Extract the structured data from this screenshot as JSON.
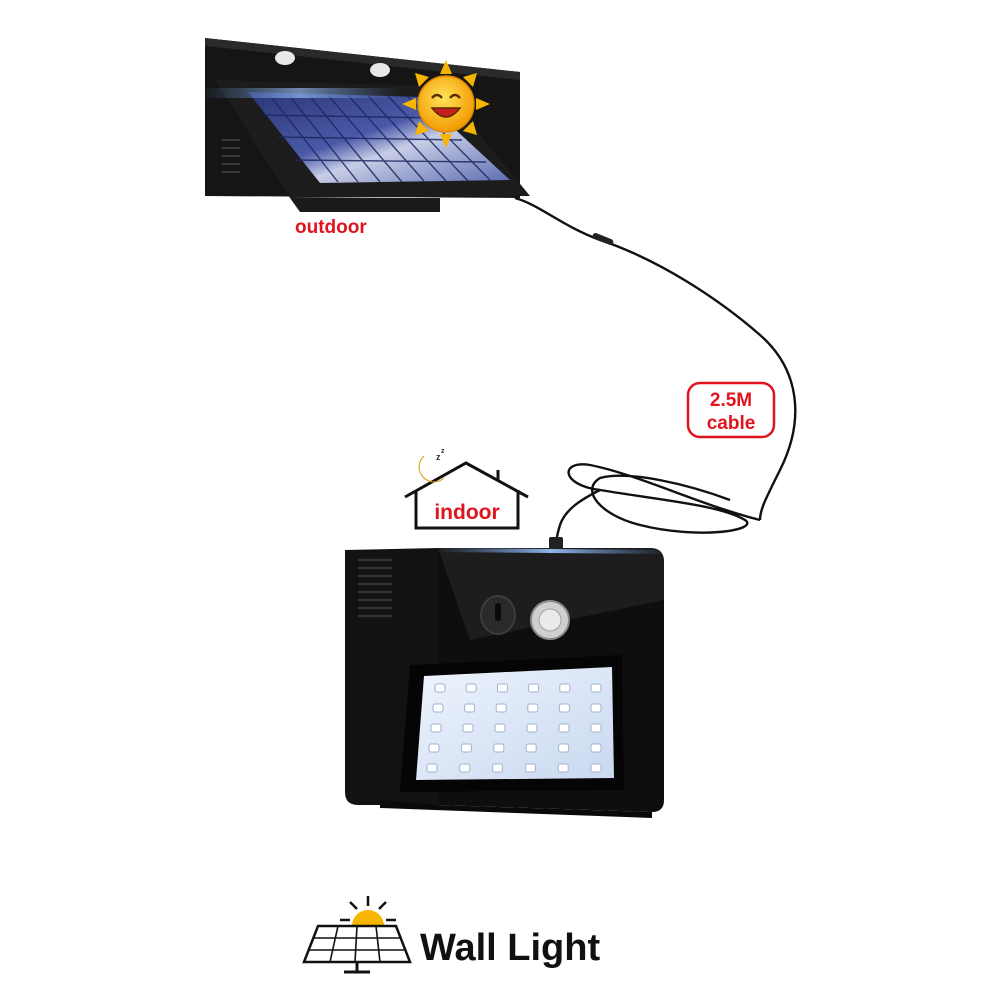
{
  "labels": {
    "outdoor": "outdoor",
    "cable_line1": "2.5M",
    "cable_line2": "cable",
    "indoor": "indoor",
    "title": "Wall Light"
  },
  "icons": {
    "sun": "smiling-sun-icon",
    "moon": "sleeping-moon-icon",
    "house": "house-outline-icon",
    "solar_title": "solar-panel-sun-icon"
  },
  "colors": {
    "label_red": "#e0141c",
    "housing": "#141414",
    "panel_blue": "#3b4a8c",
    "led_panel": "#dfe9f7",
    "sun_yellow": "#f6b500"
  }
}
